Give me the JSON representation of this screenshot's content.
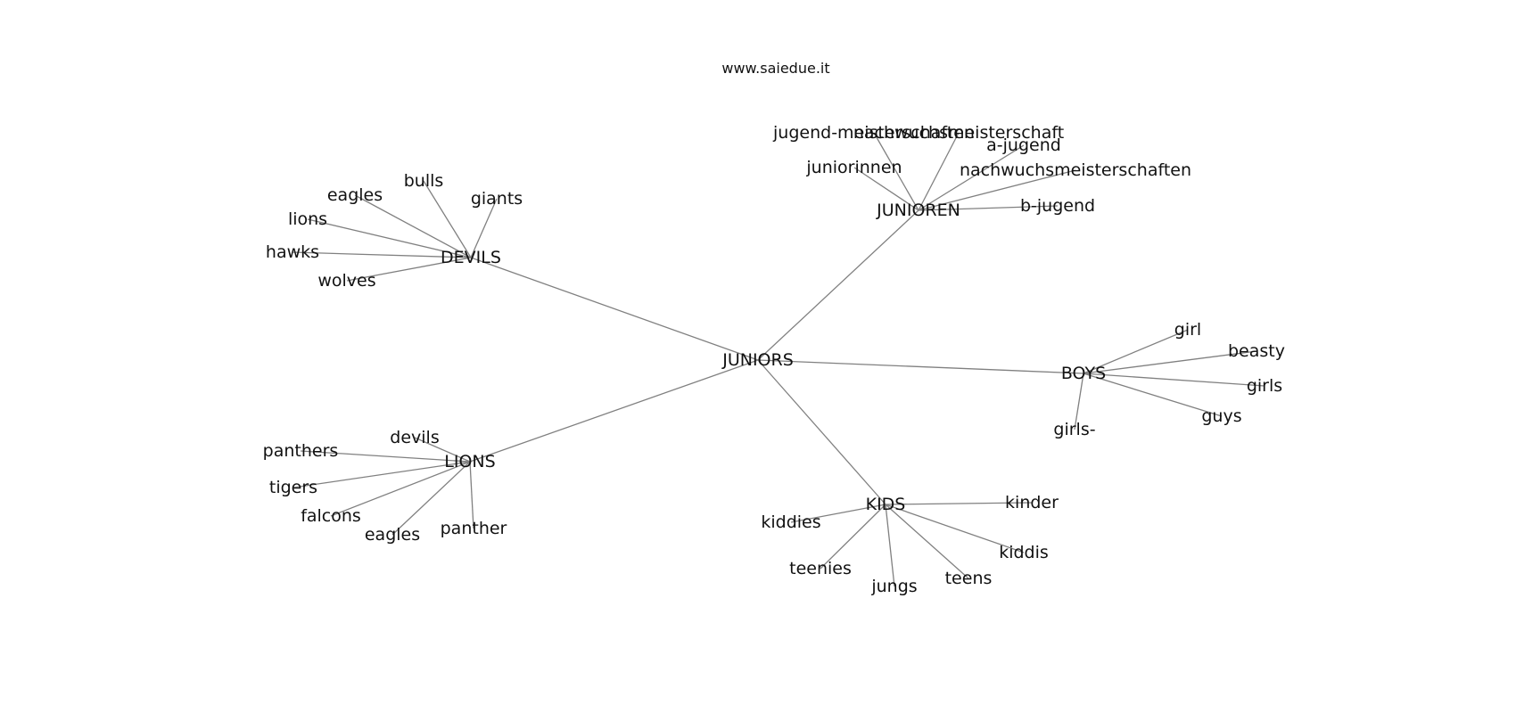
{
  "header": {
    "site": "www.saiedue.it"
  },
  "graph": {
    "root": "JUNIORS",
    "hubs": [
      {
        "label": "DEVILS",
        "leaves": [
          "eagles",
          "bulls",
          "giants",
          "lions",
          "hawks",
          "wolves"
        ]
      },
      {
        "label": "JUNIOREN",
        "leaves": [
          "jugend-meisterschaften",
          "nachwuchsmeisterschaft",
          "a-jugend",
          "juniorinnen",
          "nachwuchsmeisterschaften",
          "b-jugend"
        ]
      },
      {
        "label": "BOYS",
        "leaves": [
          "girl",
          "beasty",
          "girls",
          "guys",
          "girls-"
        ]
      },
      {
        "label": "KIDS",
        "leaves": [
          "kiddies",
          "kinder",
          "teenies",
          "kiddis",
          "jungs",
          "teens"
        ]
      },
      {
        "label": "LIONS",
        "leaves": [
          "devils",
          "panthers",
          "tigers",
          "falcons",
          "eagles",
          "panther"
        ]
      }
    ]
  }
}
